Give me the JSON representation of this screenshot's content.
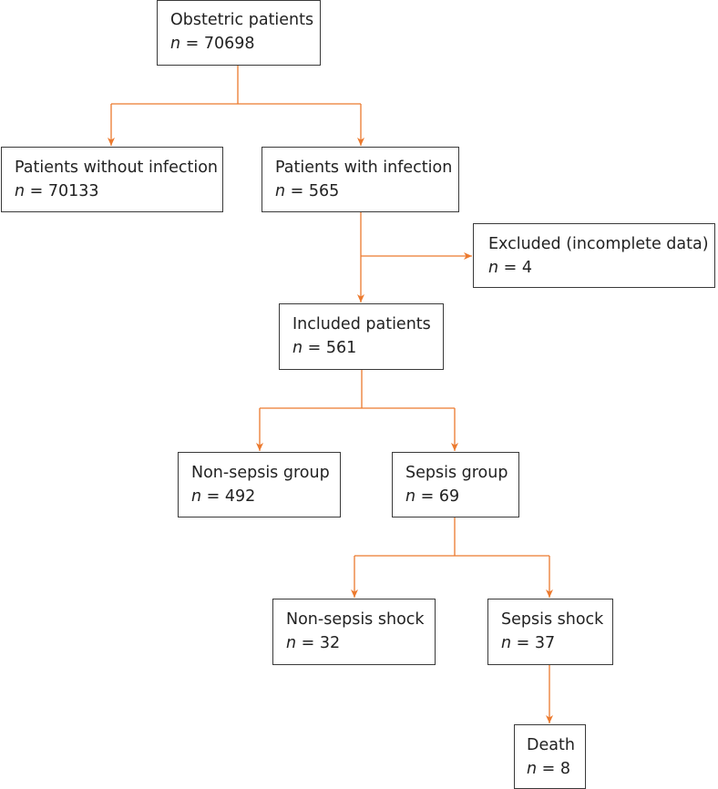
{
  "colors": {
    "connector": "#ec7a2e",
    "border": "#3a3a3a",
    "text": "#222222"
  },
  "nodes": {
    "obstetric": {
      "title": "Obstetric patients",
      "count": "70698"
    },
    "without_infection": {
      "title": "Patients without infection",
      "count": "70133"
    },
    "with_infection": {
      "title": "Patients with infection",
      "count": "565"
    },
    "excluded": {
      "title": "Excluded (incomplete data)",
      "count": "4"
    },
    "included": {
      "title": "Included patients",
      "count": "561"
    },
    "non_sepsis": {
      "title": "Non-sepsis group",
      "count": "492"
    },
    "sepsis": {
      "title": "Sepsis group",
      "count": "69"
    },
    "non_sepsis_shock": {
      "title": "Non-sepsis shock",
      "count": "32"
    },
    "sepsis_shock": {
      "title": "Sepsis shock",
      "count": "37"
    },
    "death": {
      "title": "Death",
      "count": "8"
    }
  },
  "labels": {
    "n_symbol": "n",
    "equals": " = "
  }
}
